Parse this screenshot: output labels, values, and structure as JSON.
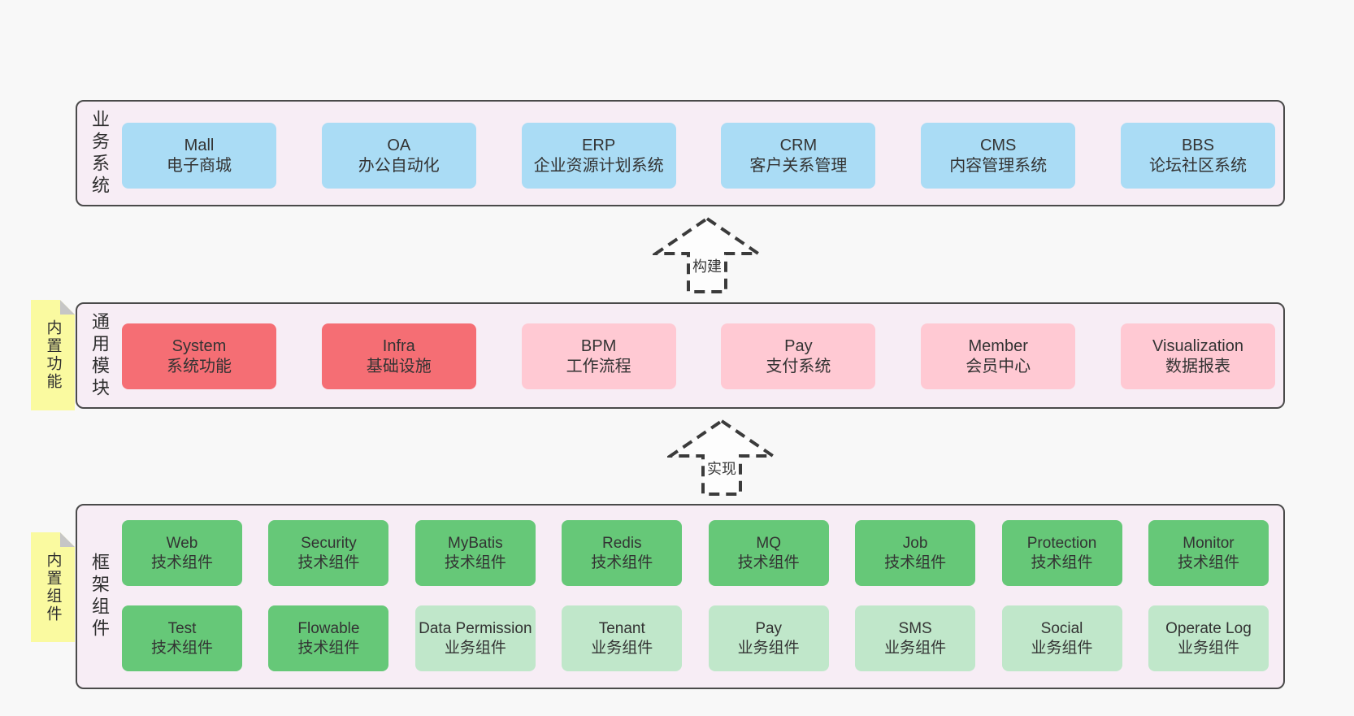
{
  "colors": {
    "page_bg": "#f8f8f8",
    "panel_bg": "#f7edf5",
    "panel_border": "#4a4a4a",
    "blue_box": "#aadcf5",
    "red_box": "#f56e74",
    "pink_box": "#ffc9d3",
    "green_box": "#66c878",
    "light_green_box": "#c0e7ca",
    "sticky_yellow": "#fafaa0",
    "sticky_fold_gray": "#c6c6c6",
    "text": "#333333"
  },
  "layers": [
    {
      "label": "业务系统",
      "rows": [
        [
          {
            "title": "Mall",
            "subtitle": "电子商城"
          },
          {
            "title": "OA",
            "subtitle": "办公自动化"
          },
          {
            "title": "ERP",
            "subtitle": "企业资源计划系统"
          },
          {
            "title": "CRM",
            "subtitle": "客户关系管理"
          },
          {
            "title": "CMS",
            "subtitle": "内容管理系统"
          },
          {
            "title": "BBS",
            "subtitle": "论坛社区系统"
          }
        ]
      ]
    },
    {
      "label": "通用模块",
      "sticky": "内置功能",
      "rows": [
        [
          {
            "title": "System",
            "subtitle": "系统功能"
          },
          {
            "title": "Infra",
            "subtitle": "基础设施"
          },
          {
            "title": "BPM",
            "subtitle": "工作流程"
          },
          {
            "title": "Pay",
            "subtitle": "支付系统"
          },
          {
            "title": "Member",
            "subtitle": "会员中心"
          },
          {
            "title": "Visualization",
            "subtitle": "数据报表"
          }
        ]
      ]
    },
    {
      "label": "框架组件",
      "sticky": "内置组件",
      "rows": [
        [
          {
            "title": "Web",
            "subtitle": "技术组件"
          },
          {
            "title": "Security",
            "subtitle": "技术组件"
          },
          {
            "title": "MyBatis",
            "subtitle": "技术组件"
          },
          {
            "title": "Redis",
            "subtitle": "技术组件"
          },
          {
            "title": "MQ",
            "subtitle": "技术组件"
          },
          {
            "title": "Job",
            "subtitle": "技术组件"
          },
          {
            "title": "Protection",
            "subtitle": "技术组件"
          },
          {
            "title": "Monitor",
            "subtitle": "技术组件"
          }
        ],
        [
          {
            "title": "Test",
            "subtitle": "技术组件"
          },
          {
            "title": "Flowable",
            "subtitle": "技术组件"
          },
          {
            "title": "Data Permission",
            "subtitle": "业务组件"
          },
          {
            "title": "Tenant",
            "subtitle": "业务组件"
          },
          {
            "title": "Pay",
            "subtitle": "业务组件"
          },
          {
            "title": "SMS",
            "subtitle": "业务组件"
          },
          {
            "title": "Social",
            "subtitle": "业务组件"
          },
          {
            "title": "Operate Log",
            "subtitle": "业务组件"
          }
        ]
      ]
    }
  ],
  "arrows": [
    {
      "label": "构建"
    },
    {
      "label": "实现"
    }
  ]
}
